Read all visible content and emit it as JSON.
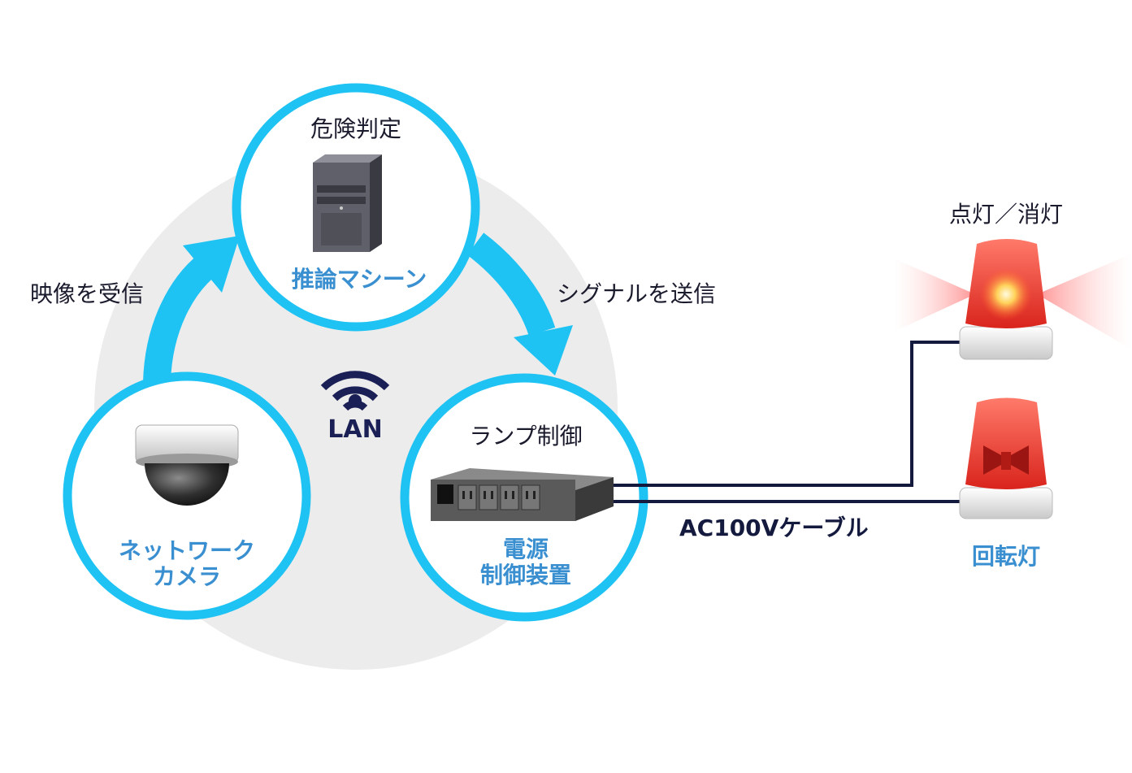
{
  "nodes": {
    "server": {
      "title": "危険判定",
      "label": "推論マシーン"
    },
    "camera": {
      "label_line1": "ネットワーク",
      "label_line2": "カメラ"
    },
    "controller": {
      "title": "ランプ制御",
      "label_line1": "電源",
      "label_line2": "制御装置"
    },
    "lamp_top": {
      "title": "点灯／消灯"
    },
    "lamp_bottom": {
      "label": "回転灯"
    }
  },
  "arrows": {
    "receive": "映像を受信",
    "send": "シグナルを送信"
  },
  "network": {
    "label": "LAN",
    "icon": "wifi-icon"
  },
  "cable": {
    "label": "AC100Vケーブル"
  },
  "colors": {
    "circle_stroke": "#1ec3f4",
    "arrow": "#1ec3f4",
    "background_disc": "#ececec",
    "label_blue": "#3a8fd0",
    "cable": "#141a3e",
    "lamp_red": "#e8312b"
  }
}
